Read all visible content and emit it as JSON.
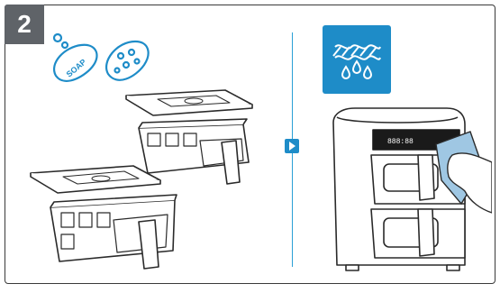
{
  "step": {
    "number": "2"
  },
  "left_panel": {
    "soap_label": "SOAP"
  },
  "right_panel": {
    "display_readout": "888:88"
  },
  "colors": {
    "accent": "#1e8cc8",
    "badge": "#5f6368",
    "line": "#2a2a2a"
  },
  "icons": [
    "soap-sponge-icon",
    "sponge-icon",
    "running-water-icon",
    "next-arrow-icon",
    "step-badge"
  ]
}
